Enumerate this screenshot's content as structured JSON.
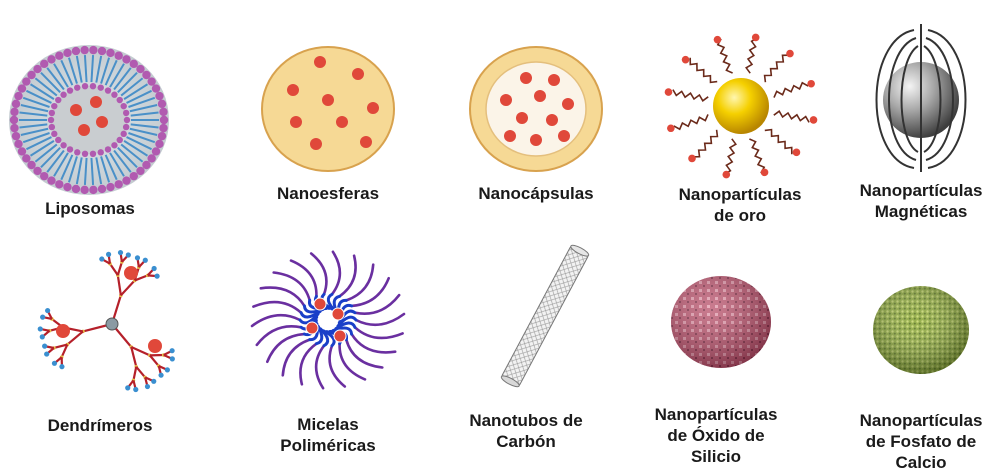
{
  "items": [
    {
      "key": "liposomas",
      "lines": [
        "Liposomas"
      ]
    },
    {
      "key": "nanoesferas",
      "lines": [
        "Nanoesferas"
      ]
    },
    {
      "key": "nanocapsulas",
      "lines": [
        "Nanocápsulas"
      ]
    },
    {
      "key": "nanoparticulas-oro",
      "lines": [
        "Nanopartículas",
        "de oro"
      ]
    },
    {
      "key": "nanoparticulas-magneticas",
      "lines": [
        "Nanopartículas",
        "Magnéticas"
      ]
    },
    {
      "key": "dendrimeros",
      "lines": [
        "Dendrímeros"
      ]
    },
    {
      "key": "micelas",
      "lines": [
        "Micelas",
        "Poliméricas"
      ]
    },
    {
      "key": "nanotubos",
      "lines": [
        "Nanotubos de",
        "Carbón"
      ]
    },
    {
      "key": "silicio",
      "lines": [
        "Nanopartículas",
        "de Óxido de",
        "Silicio"
      ]
    },
    {
      "key": "fosfato",
      "lines": [
        "Nanopartículas",
        "de Fosfato de",
        "Calcio"
      ]
    }
  ],
  "colors": {
    "lipid_head": "#b15ab0",
    "lipid_tail": "#4a90c8",
    "core": "#c9cdd0",
    "drug": "#e0483a",
    "sphere_fill": "#f6d995",
    "capsule_inner": "#fbf4e8",
    "gold": "#f2c400",
    "dendrimer": "#b5202a",
    "micelle_purple": "#6a2fa0",
    "micelle_blue": "#1a3fc8",
    "silica": "#b9506a",
    "phosphate": "#8da83a"
  }
}
